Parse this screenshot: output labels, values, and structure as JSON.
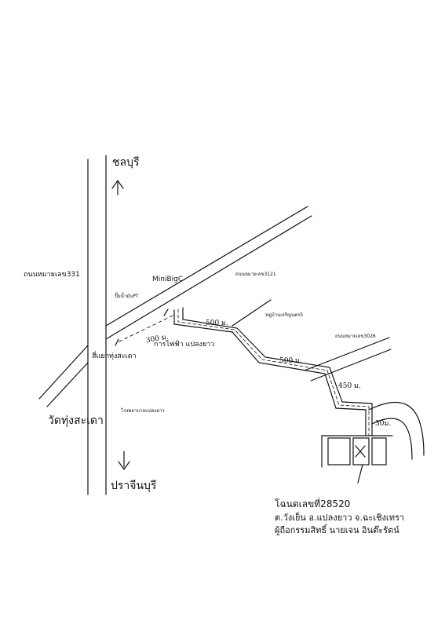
{
  "labels": {
    "chonburi": "ชลบุรี",
    "prachinburi": "ปราจีนบุรี",
    "road331": "ถนนหมายเลข331",
    "road3121": "ถนนหมายเลข3121",
    "road3026": "ถนนหมายเลข3026",
    "minibigc": "MiniBigC",
    "ptt": "ปั๊มน้ำมันPT",
    "intersection": "สี่แยกทุ่งสะเดา",
    "temple": "วัดทุ่งสะเดา",
    "hospital": "โรงพยาบาลแปลงยาว",
    "electricity": "การไฟฟ้า แปลงยาว",
    "village": "หมู่บ้านเจริญนคร5",
    "dist300": "300 ม.",
    "dist500a": "500 ม.",
    "dist500b": "500 ม.",
    "dist450": "450 ม.",
    "dist30": "30ม."
  },
  "deed": {
    "number": "โฉนดเลขที่28520",
    "location": "ต.วังเย็น อ.แปลงยาว จ.ฉะเชิงเทรา",
    "owner": "ผู้ถือกรรมสิทธิ์ นายเจน อินต๊ะรัตน์"
  }
}
